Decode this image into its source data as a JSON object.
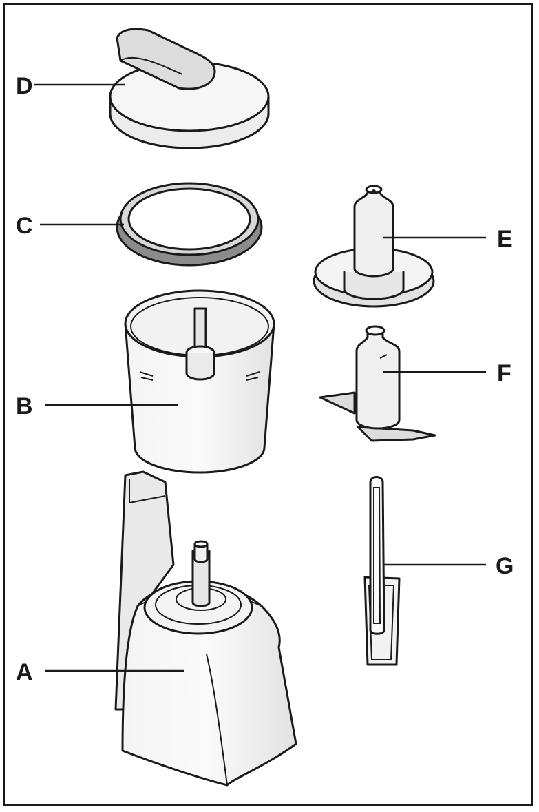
{
  "labels": {
    "A": "A",
    "B": "B",
    "C": "C",
    "D": "D",
    "E": "E",
    "F": "F",
    "G": "G"
  },
  "colors": {
    "line": "#1a1a1a",
    "fill_light": "#ececec",
    "fill_mid": "#d4d4d4",
    "fill_dark": "#8c8c8c",
    "background": "#ffffff"
  }
}
